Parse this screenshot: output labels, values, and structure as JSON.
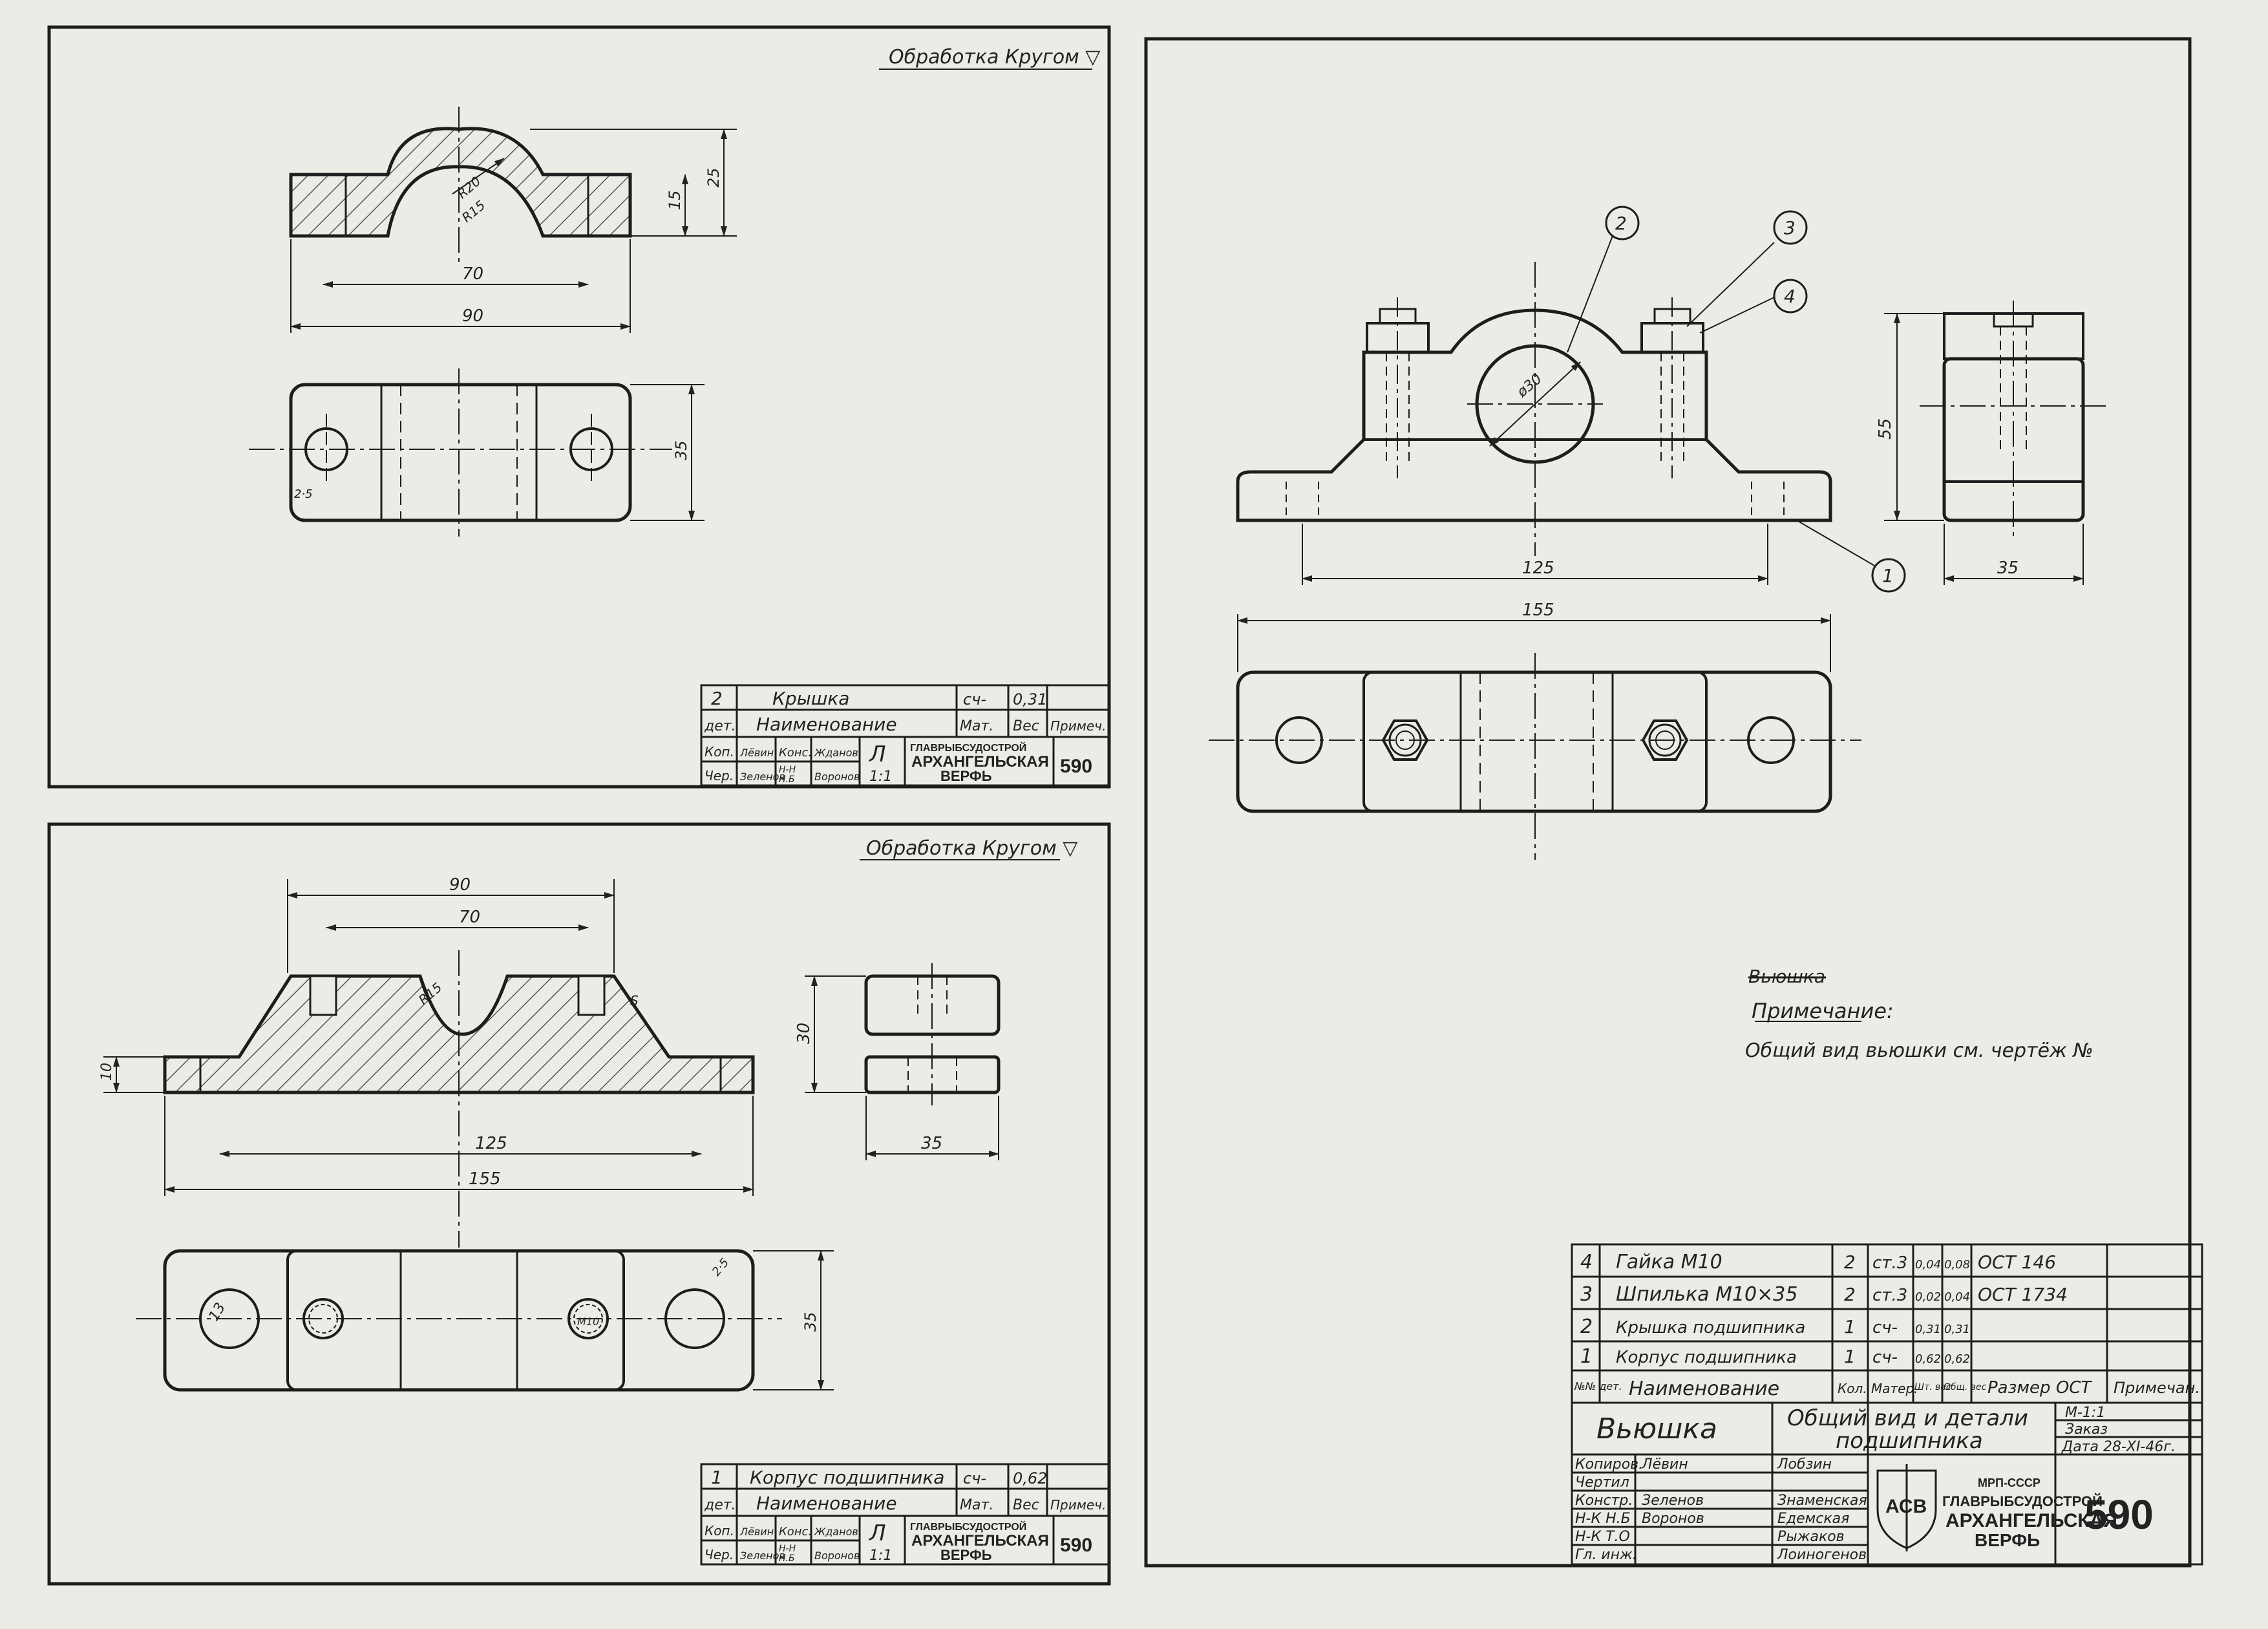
{
  "colors": {
    "paper": "#ecebe6",
    "ink": "#1d1d1d",
    "hatch": "#444444"
  },
  "sheet_top_left": {
    "machining_note": "Обработка Кругом ▽",
    "dims": {
      "d_70": "70",
      "d_90": "90",
      "d_15": "15",
      "d_25": "25",
      "d_35": "35",
      "r_20": "R20",
      "r_15": "R15",
      "c_2_5": "2·5"
    },
    "title_block": {
      "part_no": "2",
      "part_name": "Крышка",
      "material": "сч-",
      "weight": "0,31",
      "h_det": "дет.",
      "h_name": "Наименование",
      "h_mat": "Мат.",
      "h_wt": "Вес",
      "h_note": "Примеч.",
      "r_kop": "Коп.",
      "r_cher": "Чер.",
      "s1": "Лёвин",
      "s2": "Зеленов",
      "r_kons": "Конс.",
      "r_nn": "Н-Н",
      "r_ns": "Н.Б",
      "s3": "Жданов",
      "s4": "Воронов",
      "sheet_mark": "Л",
      "scale": "1:1",
      "org_line1": "ГЛАВРЫБСУДОСТРОЙ",
      "org_line2": "АРХАНГЕЛЬСКАЯ",
      "org_line3": "ВЕРФЬ",
      "drawing_no": "590"
    }
  },
  "sheet_bottom_left": {
    "machining_note": "Обработка Кругом ▽",
    "dims": {
      "d_90": "90",
      "d_70": "70",
      "d_10": "10",
      "d_125": "125",
      "d_155": "155",
      "d_30": "30",
      "d_35_side": "35",
      "d_35_plan": "35",
      "d_13": "13",
      "r_15": "R15",
      "c_2_5": "2·5",
      "m10": "M10",
      "s_mark": "S"
    },
    "title_block": {
      "part_no": "1",
      "part_name": "Корпус подшипника",
      "material": "сч-",
      "weight": "0,62",
      "h_det": "дет.",
      "h_name": "Наименование",
      "h_mat": "Мат.",
      "h_wt": "Вес",
      "h_note": "Примеч.",
      "r_kop": "Коп.",
      "r_cher": "Чер.",
      "s1": "Лёвин",
      "s2": "Зеленов",
      "r_kons": "Конс.",
      "r_nn": "Н-Н",
      "r_ns": "Н.Б",
      "s3": "Жданов",
      "s4": "Воронов",
      "sheet_mark": "Л",
      "scale": "1:1",
      "org_line1": "ГЛАВРЫБСУДОСТРОЙ",
      "org_line2": "АРХАНГЕЛЬСКАЯ",
      "org_line3": "ВЕРФЬ",
      "drawing_no": "590"
    }
  },
  "sheet_right": {
    "balloons": [
      "2",
      "3",
      "4",
      "1"
    ],
    "dims": {
      "d_125": "125",
      "d_155": "155",
      "d_55": "55",
      "d_35": "35",
      "dia_30": "ø30"
    },
    "note_title": "Примечание:",
    "note_text": "Общий вид вьюшки см. чертёж №",
    "note_crossed": "Вьюшка",
    "bom": [
      {
        "no": "4",
        "name": "Гайка М10",
        "qty": "2",
        "mat": "ст.3",
        "w1": "0,04",
        "w2": "0,08",
        "std": "ОСТ 146",
        "note": ""
      },
      {
        "no": "3",
        "name": "Шпилька М10×35",
        "qty": "2",
        "mat": "ст.3",
        "w1": "0,02",
        "w2": "0,04",
        "std": "ОСТ 1734",
        "note": ""
      },
      {
        "no": "2",
        "name": "Крышка подшипника",
        "qty": "1",
        "mat": "сч-",
        "w1": "0,31",
        "w2": "0,31",
        "std": "",
        "note": ""
      },
      {
        "no": "1",
        "name": "Корпус подшипника",
        "qty": "1",
        "mat": "сч-",
        "w1": "0,62",
        "w2": "0,62",
        "std": "",
        "note": ""
      }
    ],
    "bom_header": {
      "no": "№№ дет.",
      "name": "Наименование",
      "qty": "Кол.",
      "mat": "Матер.",
      "w1": "Шт. вес",
      "w2": "Общ. вес",
      "std": "Размер ОСТ",
      "note": "Примечан."
    },
    "title": {
      "product": "Вьюшка",
      "subtitle_1": "Общий вид и детали",
      "subtitle_2": "подшипника",
      "scale_label": "М-1:1",
      "order_label": "Заказ",
      "date_label": "Дата 28-XI-46г.",
      "roles": [
        "Копиров.",
        "Чертил",
        "Констр.",
        "Н-К Н.Б",
        "Н-К Т.О",
        "Гл. инж."
      ],
      "signs": [
        "Лёвин",
        "",
        "Зеленов",
        "Воронов",
        "",
        ""
      ],
      "names": [
        "Лобзин",
        "",
        "Знаменская",
        "Едемская",
        "Рыжаков",
        "Лоиногенов"
      ],
      "logo_text": "АСВ",
      "org_line0": "МРП-СССР",
      "org_line1": "ГЛАВРЫБСУДОСТРОЙ",
      "org_line2": "АРХАНГЕЛЬСКАЯ",
      "org_line3": "ВЕРФЬ",
      "drawing_no": "590"
    }
  }
}
